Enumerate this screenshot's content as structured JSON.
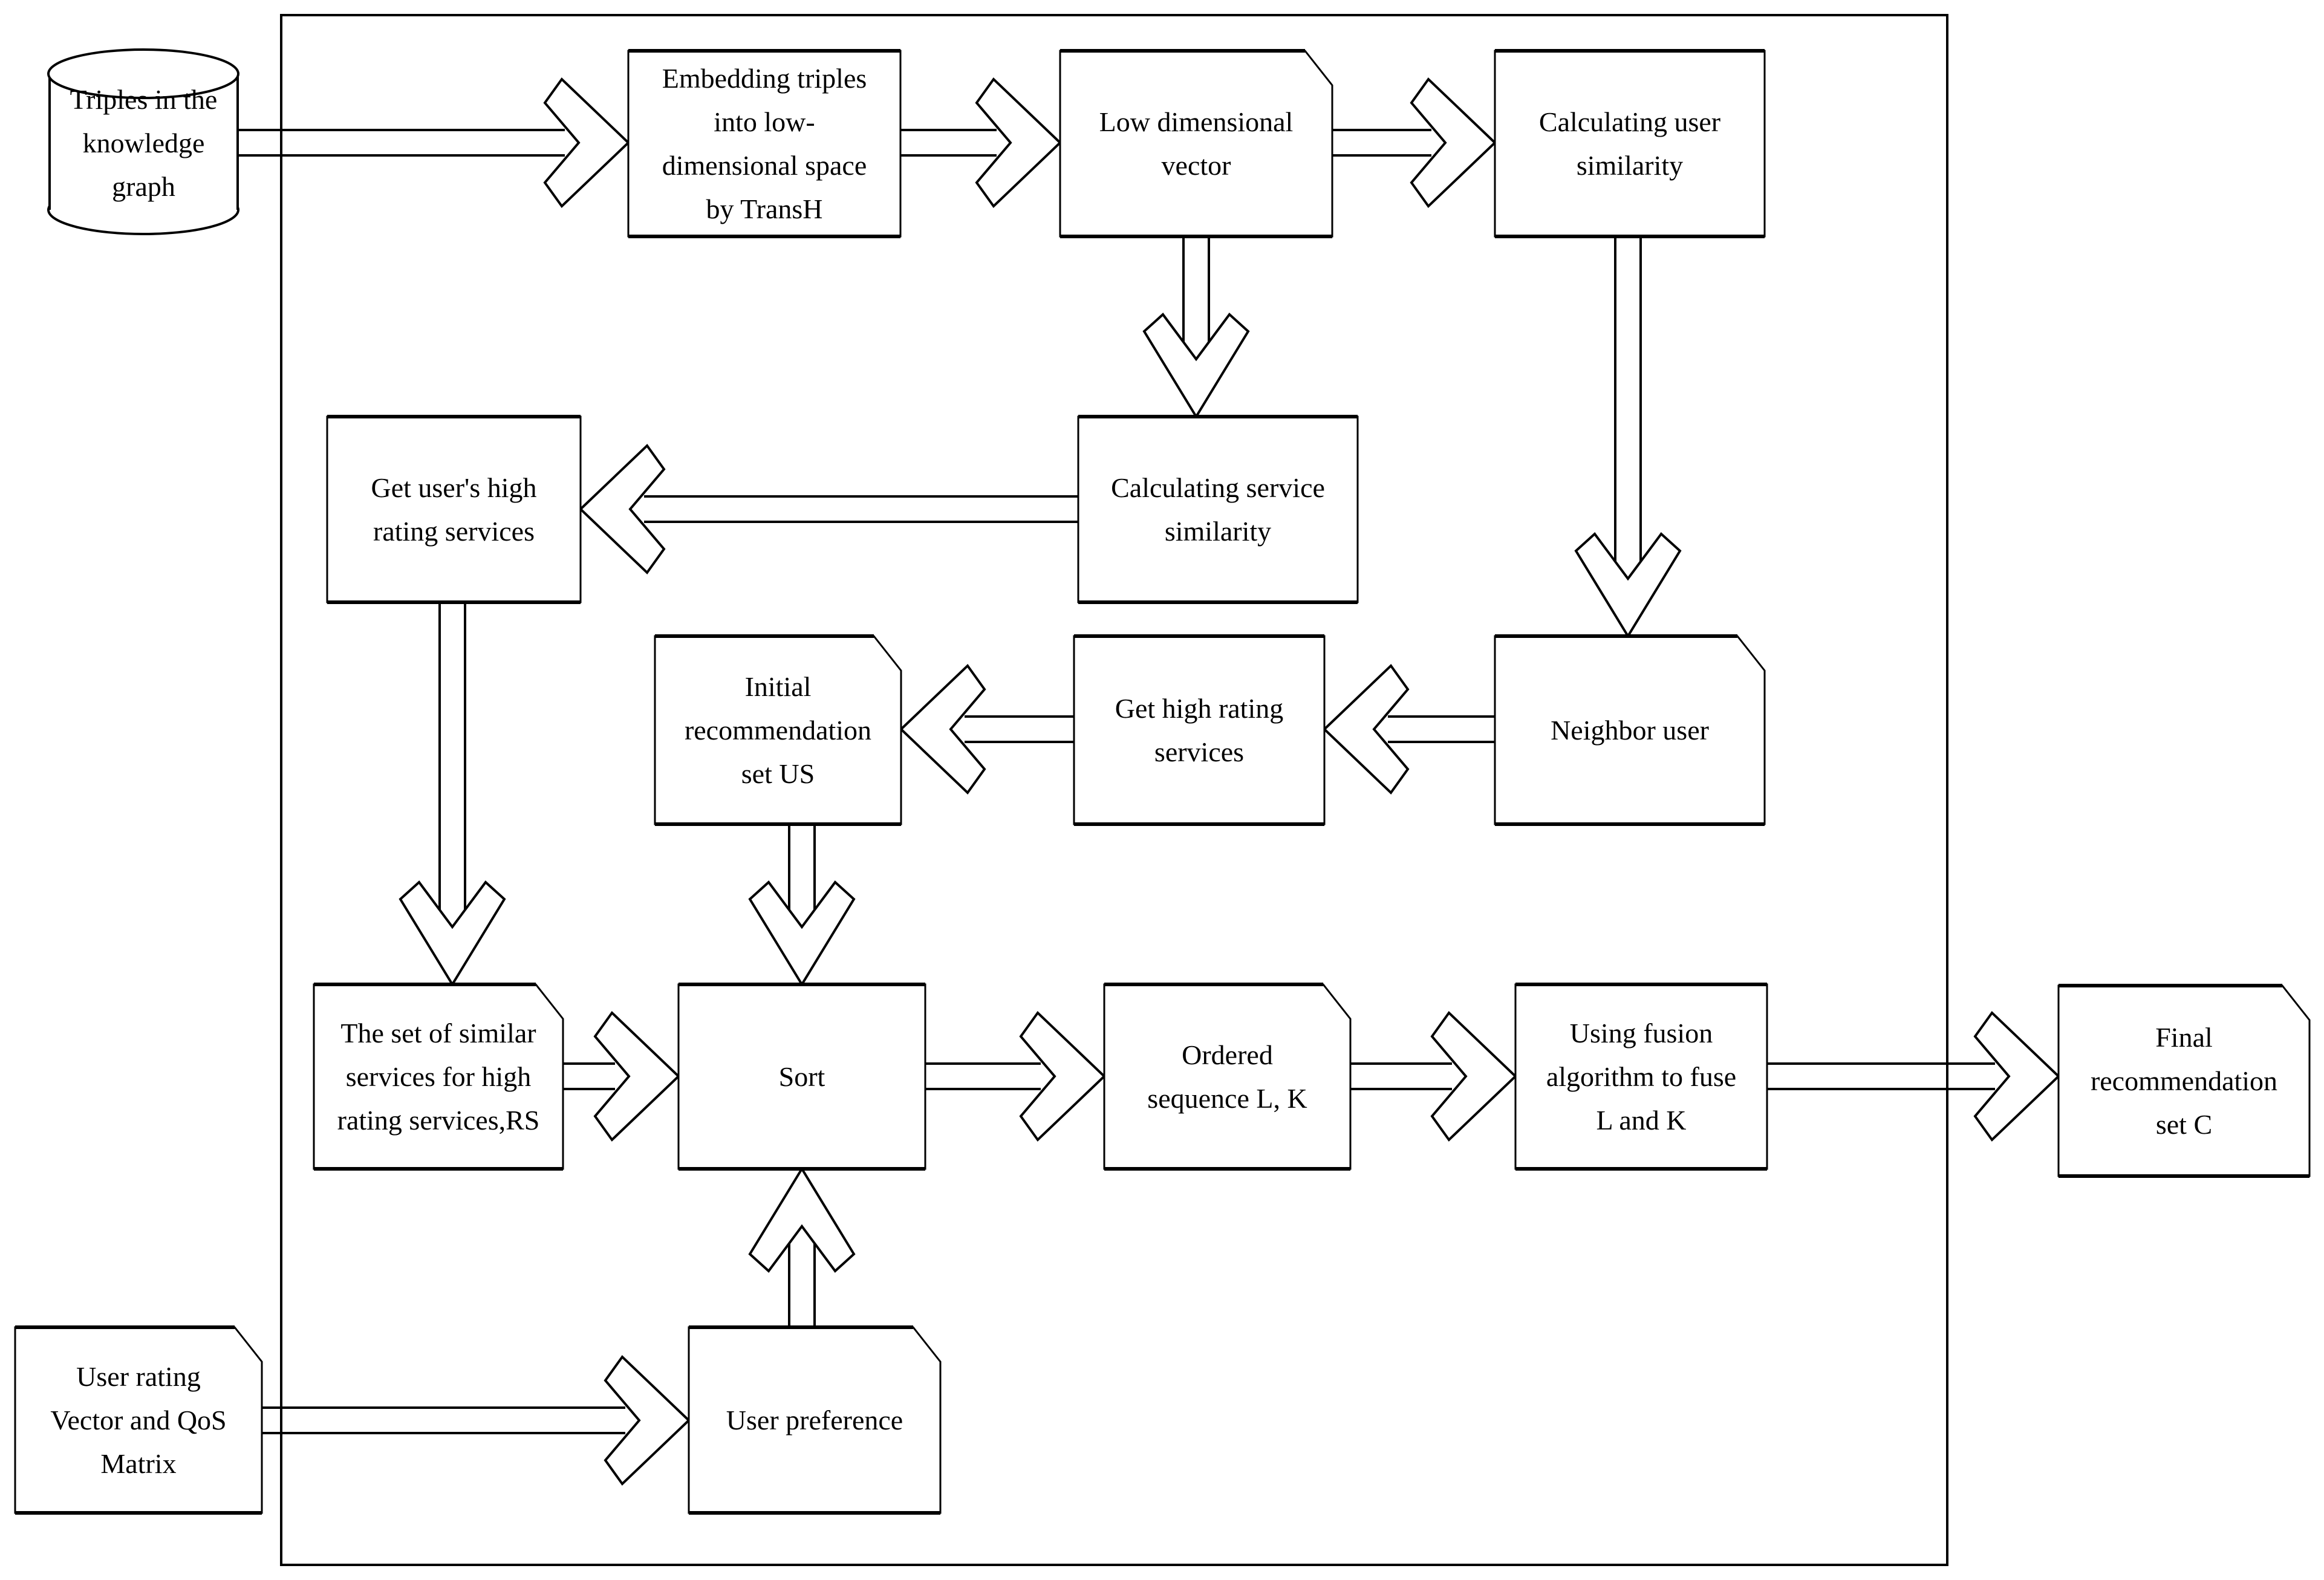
{
  "colors": {
    "ink": "#000000",
    "paper": "#ffffff"
  },
  "nodes": {
    "triples": {
      "label": "Triples in the\nknowledge\ngraph"
    },
    "embedding": {
      "label": "Embedding triples\ninto low-\ndimensional space\nby TransH"
    },
    "low_dim": {
      "label": "Low dimensional\nvector"
    },
    "calc_user": {
      "label": "Calculating user\nsimilarity"
    },
    "get_users_high": {
      "label": "Get user's high\nrating services"
    },
    "calc_service": {
      "label": "Calculating service\nsimilarity"
    },
    "initial_us": {
      "label": "Initial\nrecommendation\nset US"
    },
    "get_high": {
      "label": "Get high rating\nservices"
    },
    "neighbor": {
      "label": "Neighbor user"
    },
    "rs_set": {
      "label": "The set of similar\nservices for high\nrating services,RS"
    },
    "sort": {
      "label": "Sort"
    },
    "ordered": {
      "label": "Ordered\nsequence L, K"
    },
    "fusion": {
      "label": "Using fusion\nalgorithm to fuse\nL and K"
    },
    "final": {
      "label": "Final\nrecommendation\nset C"
    },
    "user_rating": {
      "label": "User rating\nVector and QoS\nMatrix"
    },
    "user_pref": {
      "label": "User preference"
    }
  }
}
